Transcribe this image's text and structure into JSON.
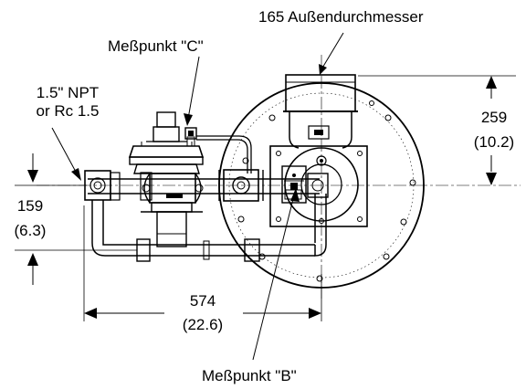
{
  "labels": {
    "outer_diameter": "165 Außendurchmesser",
    "test_point_c": "Meßpunkt \"C\"",
    "test_point_b": "Meßpunkt \"B\"",
    "connection_line1": "1.5\" NPT",
    "connection_line2": "or Rc 1.5"
  },
  "dimensions": {
    "height_top": {
      "value": "259",
      "imperial": "(10.2)"
    },
    "height_left": {
      "value": "159",
      "imperial": "(6.3)"
    },
    "width_bottom": {
      "value": "574",
      "imperial": "(22.6)"
    }
  }
}
